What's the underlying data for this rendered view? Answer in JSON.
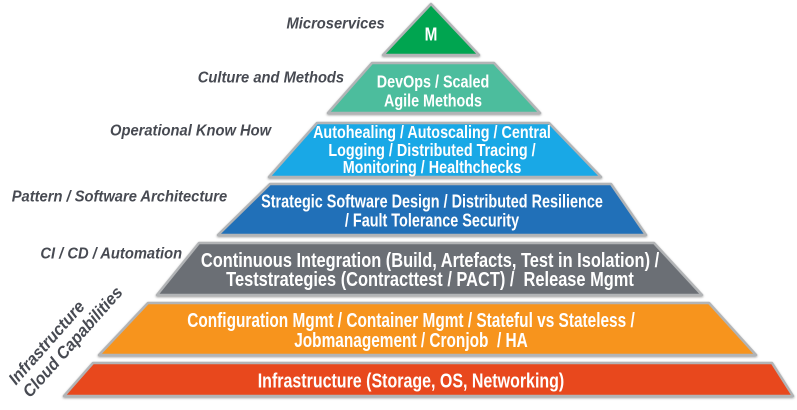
{
  "background": "#ffffff",
  "pyramid": {
    "border_color": "#B2B4B6",
    "text_color": "#FFFFFF",
    "label_color": "#474A52",
    "layers": [
      {
        "name": "microservices",
        "label": "Microservices",
        "text": "M",
        "color": "#00A550"
      },
      {
        "name": "culture-and-methods",
        "label": "Culture and Methods",
        "text": "DevOps / Scaled\nAgile Methods",
        "color": "#4CBD9D"
      },
      {
        "name": "operational-know-how",
        "label": "Operational Know How",
        "text": "Autohealing / Autoscaling / Central\nLogging / Distributed Tracing /\nMonitoring / Healthchecks",
        "color": "#19A8E6"
      },
      {
        "name": "pattern-software-architecture",
        "label": "Pattern / Software Architecture",
        "text": "Strategic Software Design / Distributed Resilience\n/ Fault Tolerance Security",
        "color": "#2170B8"
      },
      {
        "name": "ci-cd-automation",
        "label": "CI / CD / Automation",
        "text": "Continuous Integration (Build, Artefacts, Test in Isolation) /\nTeststrategies (Contracttest / PACT) /  Release Mgmt",
        "color": "#6B6F75"
      },
      {
        "name": "infrastructure-cloud-capabilities",
        "label": "Infrastructure\nCloud Capabilities",
        "text": "Configuration Mgmt / Container Mgmt / Stateful vs Stateless /\nJobmanagement / Cronjob  / HA",
        "color": "#F7941D"
      },
      {
        "name": "infrastructure",
        "label": "",
        "text": "Infrastructure (Storage, OS, Networking)",
        "color": "#E8481D"
      }
    ]
  }
}
